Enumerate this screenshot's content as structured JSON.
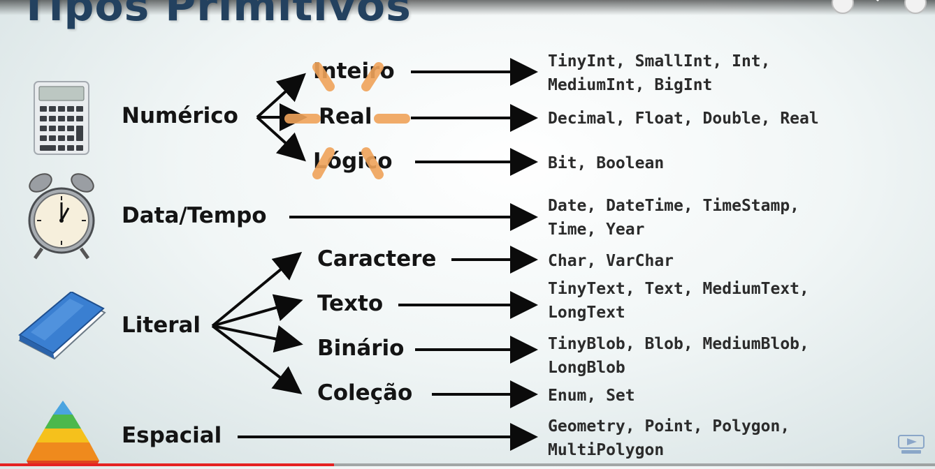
{
  "slide": {
    "title": "Tipos Primitivos"
  },
  "categories": {
    "numerico": "Numérico",
    "data_tempo": "Data/Tempo",
    "literal": "Literal",
    "espacial": "Espacial"
  },
  "subcategories": {
    "inteiro": "Inteiro",
    "real": "Real",
    "logico": "Lógico",
    "caractere": "Caractere",
    "texto": "Texto",
    "binario": "Binário",
    "colecao": "Coleção"
  },
  "types": {
    "inteiro": [
      "TinyInt, SmallInt, Int,",
      "MediumInt, BigInt"
    ],
    "real": [
      "Decimal, Float, Double, Real"
    ],
    "logico": [
      "Bit, Boolean"
    ],
    "data_tempo": [
      "Date, DateTime, TimeStamp,",
      "Time, Year"
    ],
    "caractere": [
      "Char, VarChar"
    ],
    "texto": [
      "TinyText, Text, MediumText,",
      "LongText"
    ],
    "binario": [
      "TinyBlob, Blob, MediumBlob,",
      "LongBlob"
    ],
    "colecao": [
      "Enum, Set"
    ],
    "espacial": [
      "Geometry, Point, Polygon,",
      "MultiPolygon"
    ]
  },
  "icons": {
    "calculator": "calculator-icon",
    "clock": "alarm-clock-icon",
    "book": "book-icon",
    "pyramid": "pyramid-icon",
    "loading": "loading-spinner-icon"
  },
  "player": {
    "progress": 0.357
  },
  "colors": {
    "title": "#23415f",
    "spinner": "#f0a35a",
    "progress": "#e52222"
  }
}
